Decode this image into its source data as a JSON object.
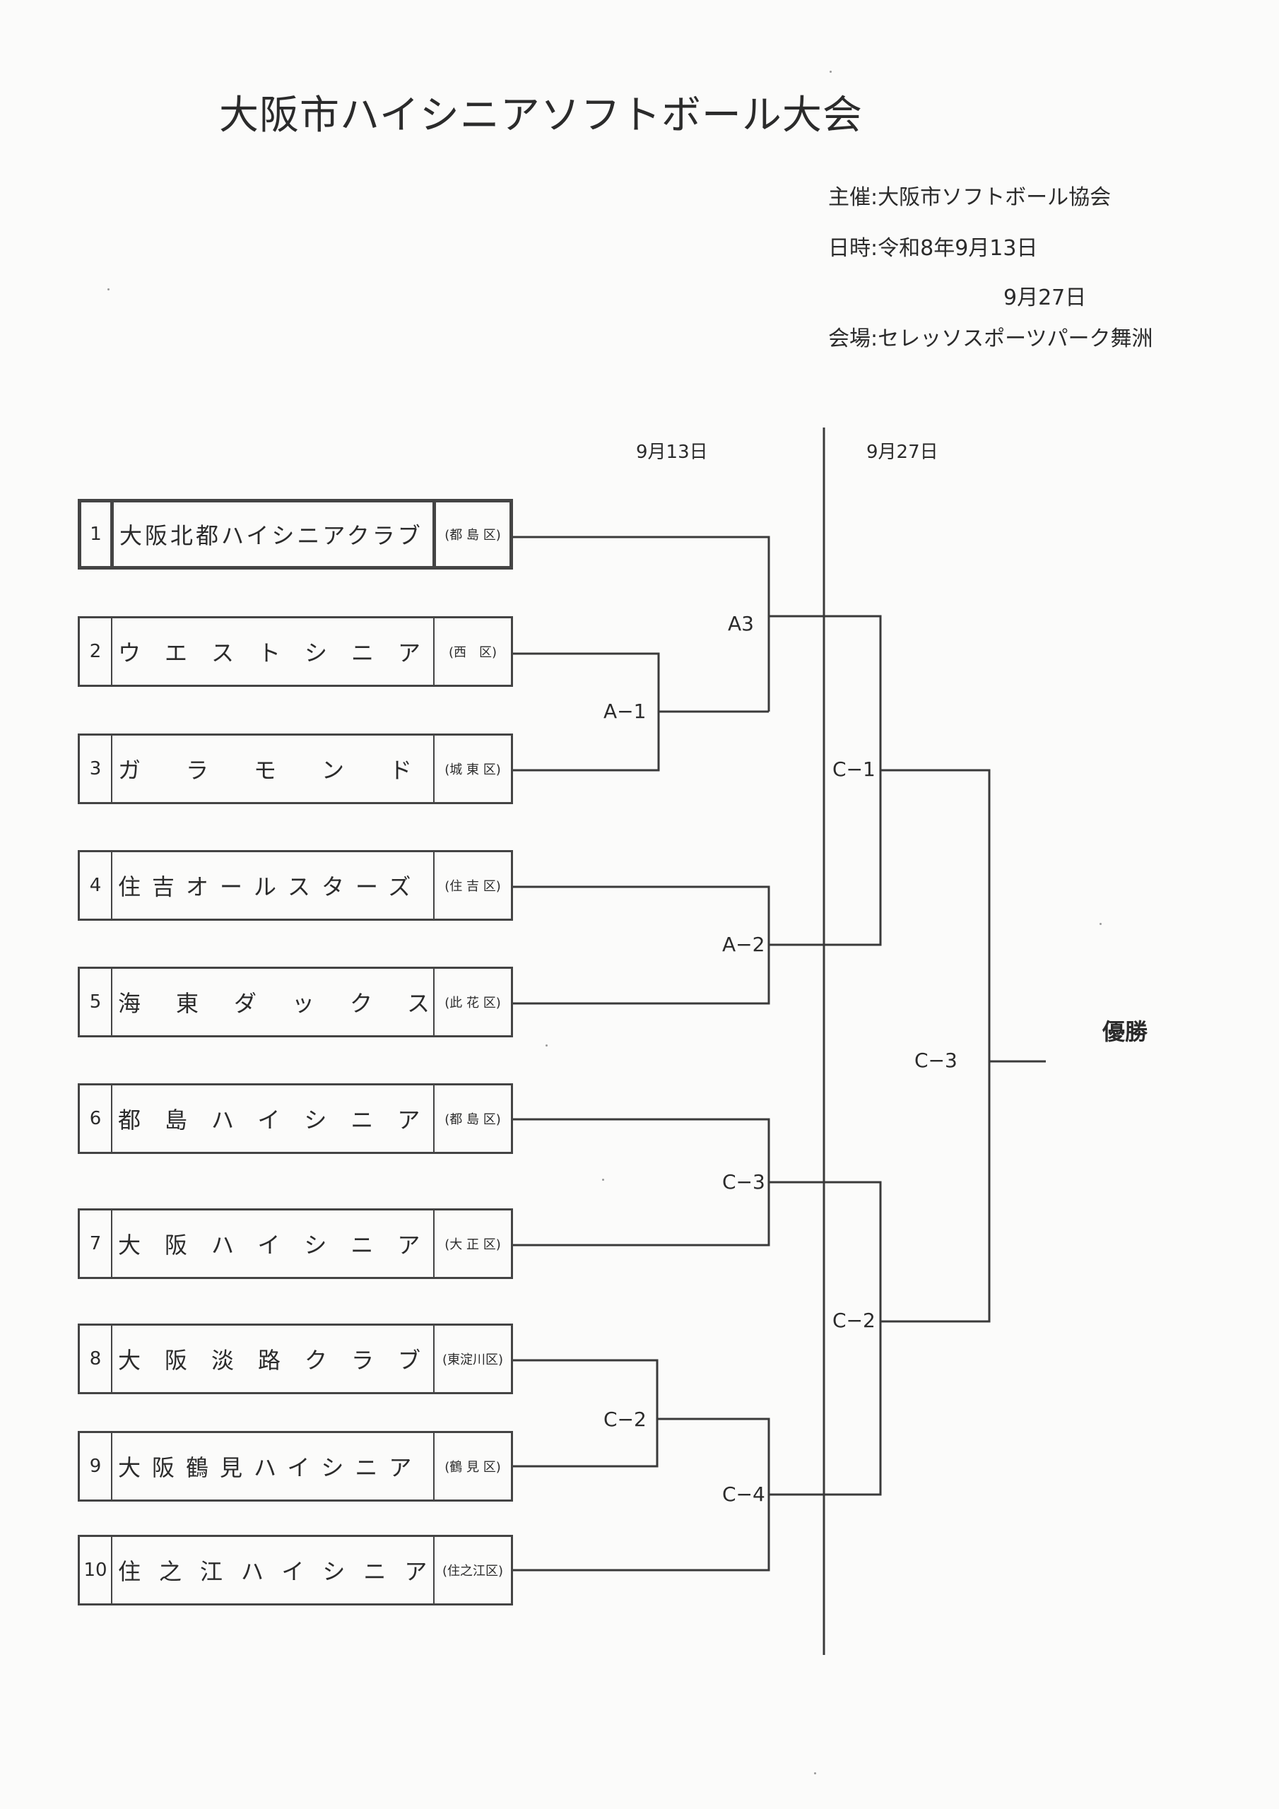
{
  "title": "大阪市ハイシニアソフトボール大会",
  "info": {
    "organizer": "主催:大阪市ソフトボール協会",
    "date1": "日時:令和8年9月13日",
    "date2": "9月27日",
    "venue": "会場:セレッソスポーツパーク舞洲"
  },
  "round_dates": {
    "round1": "9月13日",
    "round2": "9月27日"
  },
  "teams": [
    {
      "seed": "1",
      "name": "大阪北都ハイシニアクラブ",
      "ward": "(都 島 区)"
    },
    {
      "seed": "2",
      "name": "ウエストシニア",
      "ward": "(西　区)"
    },
    {
      "seed": "3",
      "name": "ガラモンド",
      "ward": "(城 東 区)"
    },
    {
      "seed": "4",
      "name": "住吉オールスターズ",
      "ward": "(住 吉 区)"
    },
    {
      "seed": "5",
      "name": "海東ダックス",
      "ward": "(此 花 区)"
    },
    {
      "seed": "6",
      "name": "都島ハイシニア",
      "ward": "(都 島 区)"
    },
    {
      "seed": "7",
      "name": "大阪ハイシニア",
      "ward": "(大 正 区)"
    },
    {
      "seed": "8",
      "name": "大阪淡路クラブ",
      "ward": "(東淀川区)"
    },
    {
      "seed": "9",
      "name": "大阪鶴見ハイシニア",
      "ward": "(鶴 見 区)"
    },
    {
      "seed": "10",
      "name": "住之江ハイシニア",
      "ward": "(住之江区)"
    }
  ],
  "matches": {
    "a1": "A−1",
    "a3": "A3",
    "a2": "A−2",
    "c3_first": "C−3",
    "c2_first": "C−2",
    "c4": "C−4",
    "c1": "C−1",
    "c2_second": "C−2",
    "c3_final": "C−3"
  },
  "champion": "優勝"
}
